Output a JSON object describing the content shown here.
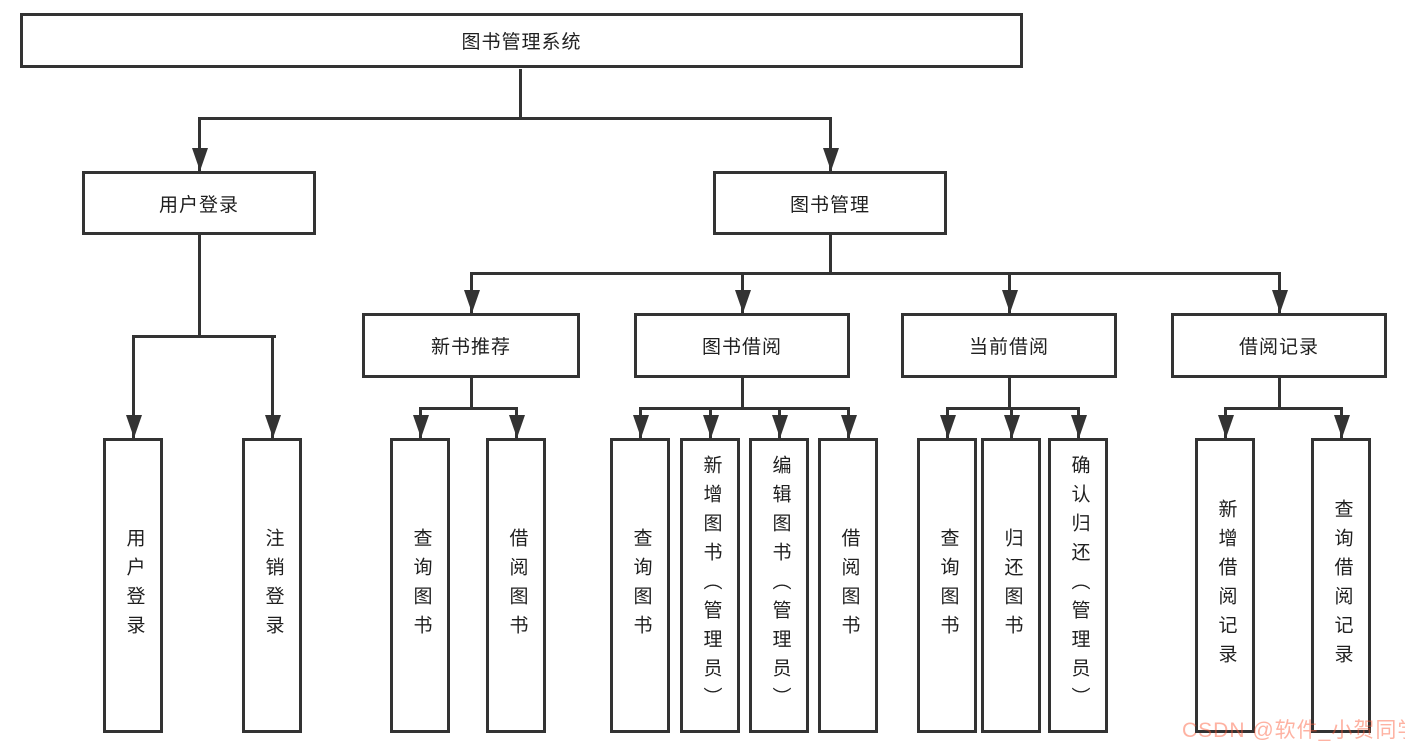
{
  "colors": {
    "line": "#333333",
    "box_border": "#333333",
    "text": "#1f1f1f",
    "watermark": "rgba(252,85,49,0.45)"
  },
  "watermark": {
    "text": "CSDN @软件_小贺同学"
  },
  "tree": {
    "label": "图书管理系统",
    "children": [
      {
        "label": "用户登录",
        "children": [
          {
            "label": "用户登录"
          },
          {
            "label": "注销登录"
          }
        ]
      },
      {
        "label": "图书管理",
        "children": [
          {
            "label": "新书推荐",
            "children": [
              {
                "label": "查询图书"
              },
              {
                "label": "借阅图书"
              }
            ]
          },
          {
            "label": "图书借阅",
            "children": [
              {
                "label": "查询图书"
              },
              {
                "label": "新增图书（管理员）"
              },
              {
                "label": "编辑图书（管理员）"
              },
              {
                "label": "借阅图书"
              }
            ]
          },
          {
            "label": "当前借阅",
            "children": [
              {
                "label": "查询图书"
              },
              {
                "label": "归还图书"
              },
              {
                "label": "确认归还（管理员）"
              }
            ]
          },
          {
            "label": "借阅记录",
            "children": [
              {
                "label": "新增借阅记录"
              },
              {
                "label": "查询借阅记录"
              }
            ]
          }
        ]
      }
    ]
  }
}
